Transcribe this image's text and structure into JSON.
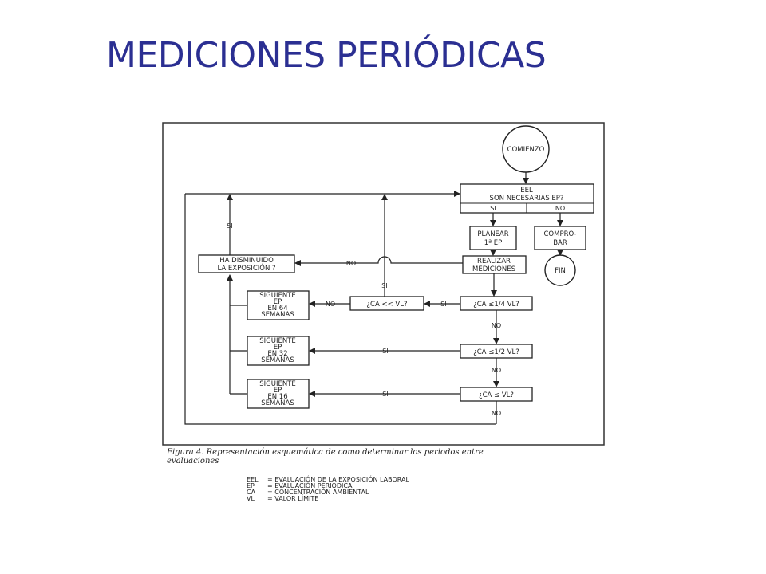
{
  "slide": {
    "title": "MEDICIONES PERIÓDICAS"
  },
  "flowchart": {
    "start": "COMIENZO",
    "decision_eel": {
      "line1": "EEL",
      "line2": "SON NECESARIAS EP?"
    },
    "si": "SI",
    "no": "NO",
    "planear": {
      "line1": "PLANEAR",
      "line2": "1ª EP"
    },
    "comprobar": {
      "line1": "COMPRO-",
      "line2": "BAR"
    },
    "fin": "FIN",
    "realizar": {
      "line1": "REALIZAR",
      "line2": "MEDICIONES"
    },
    "disminuido": {
      "line1": "HA DISMINUIDO",
      "line2": "LA EXPOSICIÓN ?"
    },
    "ca_ll_vl": "¿CA << VL?",
    "ca_14": "¿CA ≤1/4 VL?",
    "ca_12": "¿CA ≤1/2 VL?",
    "ca_vl": "¿CA ≤ VL?",
    "siguiente_64": [
      "SIGUIENTE",
      "EP",
      "EN 64",
      "SEMANAS"
    ],
    "siguiente_32": [
      "SIGUIENTE",
      "EP",
      "EN 32",
      "SEMANAS"
    ],
    "siguiente_16": [
      "SIGUIENTE",
      "EP",
      "EN 16",
      "SEMANAS"
    ],
    "caption_line1": "Figura 4. Representación esquemática de como determinar los periodos entre",
    "caption_line2": "evaluaciones",
    "legend": [
      {
        "abbr": "EEL",
        "desc": "= EVALUACIÓN DE LA EXPOSICIÓN LABORAL"
      },
      {
        "abbr": "EP",
        "desc": "= EVALUACIÓN PERIÓDICA"
      },
      {
        "abbr": "CA",
        "desc": "= CONCENTRACIÓN AMBIENTAL"
      },
      {
        "abbr": "VL",
        "desc": "= VALOR LÍMITE"
      }
    ]
  }
}
